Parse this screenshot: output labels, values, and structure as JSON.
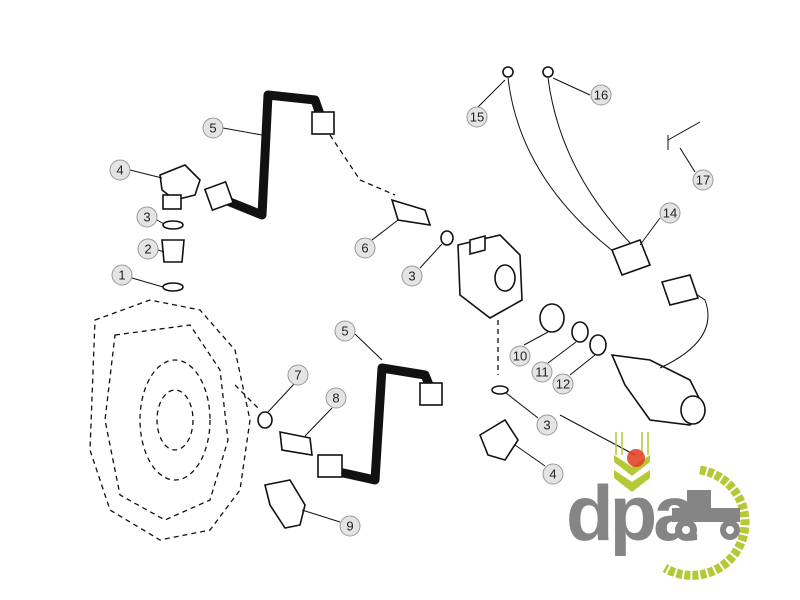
{
  "callouts": [
    {
      "id": "15",
      "label": "15"
    },
    {
      "id": "16",
      "label": "16"
    },
    {
      "id": "17",
      "label": "17"
    },
    {
      "id": "14",
      "label": "14"
    },
    {
      "id": "4a",
      "label": "4"
    },
    {
      "id": "5a",
      "label": "5"
    },
    {
      "id": "3a",
      "label": "3"
    },
    {
      "id": "2",
      "label": "2"
    },
    {
      "id": "1",
      "label": "1"
    },
    {
      "id": "6",
      "label": "6"
    },
    {
      "id": "3b",
      "label": "3"
    },
    {
      "id": "5b",
      "label": "5"
    },
    {
      "id": "7",
      "label": "7"
    },
    {
      "id": "8",
      "label": "8"
    },
    {
      "id": "10",
      "label": "10"
    },
    {
      "id": "11",
      "label": "11"
    },
    {
      "id": "12",
      "label": "12"
    },
    {
      "id": "3c",
      "label": "3"
    },
    {
      "id": "4b",
      "label": "4"
    },
    {
      "id": "9",
      "label": "9"
    }
  ],
  "logo": {
    "text": "dpa",
    "green": "#b5c935",
    "gray": "#858585",
    "red": "#e23a1e"
  }
}
